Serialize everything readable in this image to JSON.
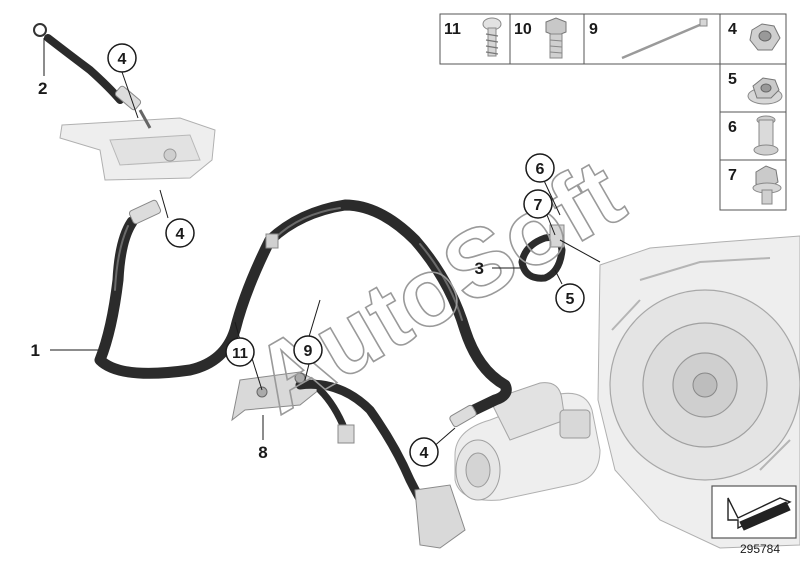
{
  "callouts": {
    "c1": "1",
    "c2": "2",
    "c3": "3",
    "c4a": "4",
    "c4b": "4",
    "c4c": "4",
    "c5": "5",
    "c6": "6",
    "c7": "7",
    "c8": "8",
    "c9": "9",
    "c11": "11"
  },
  "legend": {
    "items": [
      {
        "number": "11",
        "icon": "bolt-icon"
      },
      {
        "number": "10",
        "icon": "hex-bolt-icon"
      },
      {
        "number": "9",
        "icon": "cable-tie-icon"
      },
      {
        "number": "4",
        "icon": "hex-nut-icon"
      },
      {
        "number": "5",
        "icon": "flange-nut-icon"
      },
      {
        "number": "6",
        "icon": "sleeve-icon"
      },
      {
        "number": "7",
        "icon": "flange-bolt-icon"
      }
    ]
  },
  "watermark": "AutoSoft",
  "diagram_id": "295784",
  "colors": {
    "cable": "#2b2b2b",
    "parts": "#d9d9d9",
    "watermark": "#9a9a9a"
  }
}
